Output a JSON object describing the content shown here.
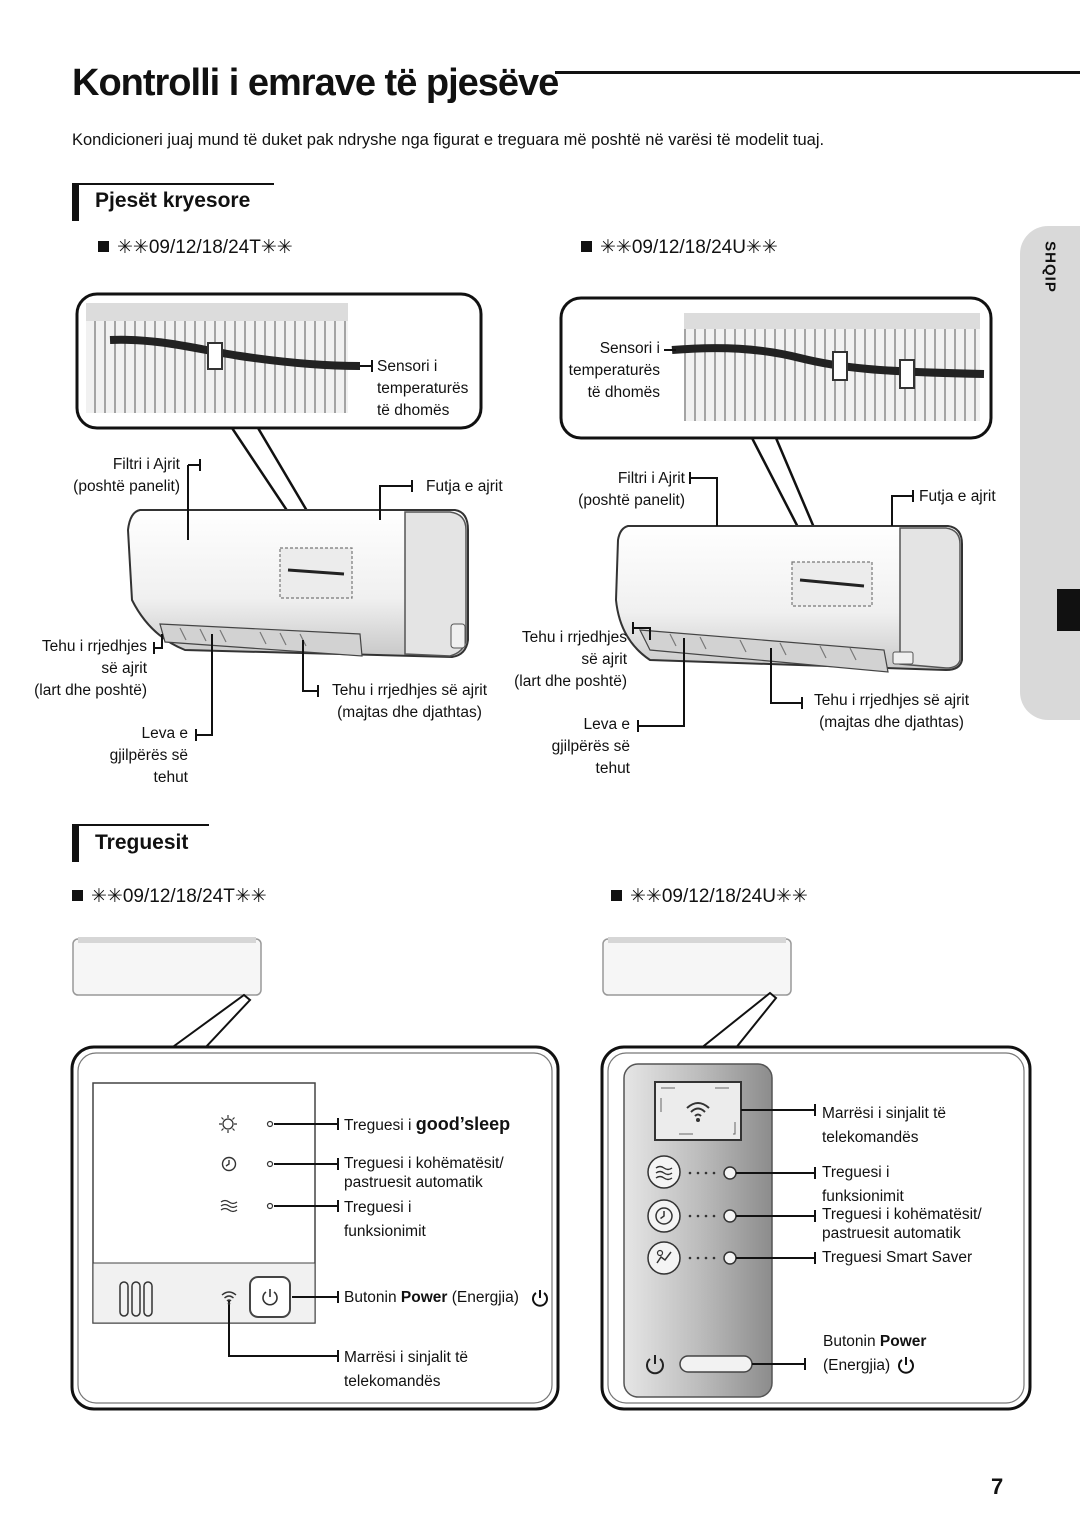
{
  "page": {
    "title": "Kontrolli i emrave të pjesëve",
    "intro": "Kondicioneri juaj mund të duket pak ndryshe nga figurat e treguara më poshtë në varësi të modelit tuaj.",
    "side_tab": "SHQIP",
    "page_number": "7"
  },
  "sections": {
    "main_parts": {
      "title": "Pjesët kryesore",
      "model_left": "✳✳09/12/18/24T✳✳",
      "model_right": "✳✳09/12/18/24U✳✳",
      "left_labels": {
        "sensor": [
          "Sensori i",
          "temperaturës",
          "të dhomës"
        ],
        "filter": [
          "Filtri i Ajrit",
          "(poshtë panelit)"
        ],
        "air_inlet": "Futja e ajrit",
        "vertical_blade": [
          "Tehu i rrjedhjes",
          "së ajrit",
          "(lart dhe poshtë)"
        ],
        "horizontal_blade": [
          "Tehu i rrjedhjes së ajrit",
          "(majtas dhe djathtas)"
        ],
        "blade_lever": [
          "Leva e",
          "gjilpërës së",
          "tehut"
        ]
      },
      "right_labels": {
        "sensor": [
          "Sensori i",
          "temperaturës",
          "të dhomës"
        ],
        "filter": [
          "Filtri i Ajrit",
          "(poshtë panelit)"
        ],
        "air_inlet": "Futja e ajrit",
        "vertical_blade": [
          "Tehu i rrjedhjes",
          "së ajrit",
          "(lart dhe poshtë)"
        ],
        "horizontal_blade": [
          "Tehu i rrjedhjes së ajrit",
          "(majtas dhe djathtas)"
        ],
        "blade_lever": [
          "Leva e",
          "gjilpërës së",
          "tehut"
        ]
      }
    },
    "indicators": {
      "title": "Treguesit",
      "model_left": "✳✳09/12/18/24T✳✳",
      "model_right": "✳✳09/12/18/24U✳✳",
      "left_labels": {
        "goodsleep_prefix": "Treguesi i",
        "goodsleep_brand": "good’sleep",
        "timer": [
          "Treguesi i kohëmatësit/",
          "pastruesit automatik"
        ],
        "operation": [
          "Treguesi i",
          "funksionimit"
        ],
        "power_prefix": "Butonin",
        "power_bold": "Power",
        "power_suffix": "(Energjia)",
        "receiver": [
          "Marrësi i sinjalit të",
          "telekomandës"
        ]
      },
      "right_labels": {
        "receiver": [
          "Marrësi i sinjalit të",
          "telekomandës"
        ],
        "operation": [
          "Treguesi i",
          "funksionimit"
        ],
        "timer": [
          "Treguesi i kohëmatësit/",
          "pastruesit automatik"
        ],
        "smart_saver": "Treguesi Smart Saver",
        "power_prefix": "Butonin",
        "power_bold": "Power",
        "power_suffix": "(Energjia)"
      }
    }
  },
  "icons": [
    "power-icon",
    "wifi-icon",
    "moon-sun-icon",
    "clock-icon",
    "airflow-icon",
    "smart-saver-icon"
  ]
}
